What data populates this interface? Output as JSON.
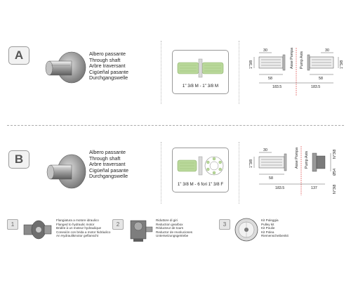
{
  "section_a": {
    "badge": "A",
    "names": [
      "Albero passante",
      "Through shaft",
      "Arbre traversant",
      "Cigüeñal pasante",
      "Durchgangswelle"
    ],
    "box_label": "1\" 3/8 M - 1\" 3/8 M",
    "dims": {
      "d30_left": "30",
      "d30_right": "30",
      "d58_left": "58",
      "d58_right": "58",
      "d1835_left": "183.5",
      "d1835_right": "183.5",
      "dia_left": "1\"3/8",
      "dia_right": "1\"3/8",
      "asse_pompa": "Asse Pompa",
      "pump_axis": "Pump Axis"
    }
  },
  "section_b": {
    "badge": "B",
    "names": [
      "Albero passante",
      "Through shaft",
      "Arbre traversant",
      "Cigüeñal pasante",
      "Durchgangswelle"
    ],
    "box_label": "1\" 3/8 M - 6 fori 1\" 3/8 F",
    "dims": {
      "d30": "30",
      "d58": "58",
      "d1835": "183.5",
      "d137": "137",
      "dia_left": "1\"3/8",
      "asse_pompa": "Asse Pompa",
      "pump_axis": "Pump Axis",
      "n_3_8_top": "N°3\\8",
      "n_3_8_bottom": "N°3\\8",
      "d54": "Ø54"
    }
  },
  "accessories": [
    {
      "num": "1",
      "lines": [
        "Flangiatura a motore idraulico",
        "Flanged to hydraulic motor",
        "Bridée à un moteur hydraulique",
        "Conexión con brida a motor hidráulico",
        "An Hydraulikmotor geflanscht"
      ]
    },
    {
      "num": "2",
      "lines": [
        "Riduttore di giri",
        "Reduction gearbox",
        "Réducteur de tours",
        "Reductor de revoluciones",
        "Untersetzungsgetriebe"
      ]
    },
    {
      "num": "3",
      "lines": [
        "Kit Puleggia",
        "Pulley kit",
        "Kit Poulie",
        "Kit Polea",
        "Riemenscheibenkit"
      ]
    }
  ],
  "colors": {
    "shaft_green": "#b9d89a",
    "dim_red": "#d33333",
    "badge_border": "#9a9a9a"
  }
}
